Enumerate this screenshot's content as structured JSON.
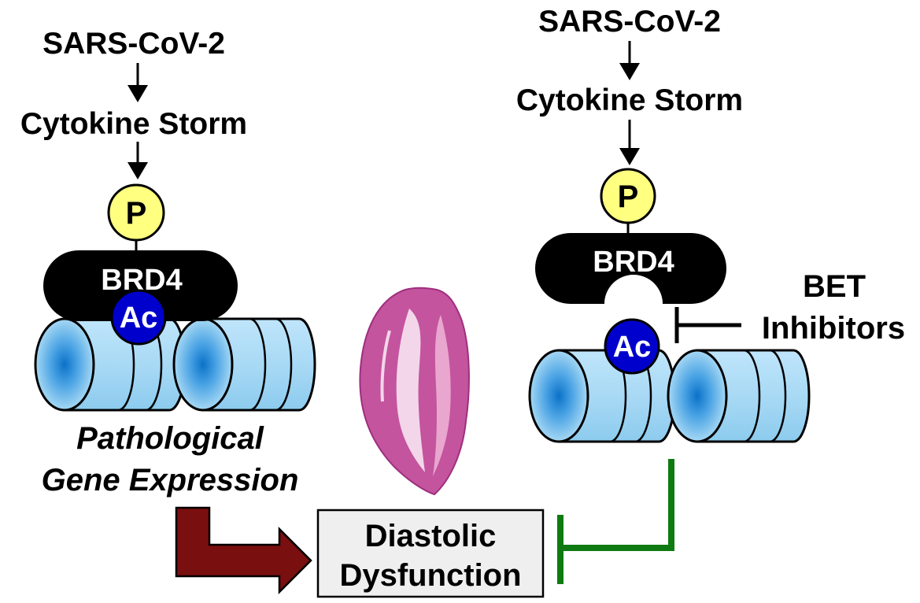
{
  "left_pathway": {
    "virus": "SARS-CoV-2",
    "storm": "Cytokine Storm",
    "phospho": "P",
    "reader": "BRD4",
    "acetyl": "Ac",
    "outcome_line1": "Pathological",
    "outcome_line2": "Gene Expression"
  },
  "right_pathway": {
    "virus": "SARS-CoV-2",
    "storm": "Cytokine Storm",
    "phospho": "P",
    "reader": "BRD4",
    "acetyl": "Ac",
    "inhibitor_line1": "BET",
    "inhibitor_line2": "Inhibitors"
  },
  "center": {
    "heart": "heart-histology-section",
    "outcome_line1": "Diastolic",
    "outcome_line2": "Dysfunction"
  },
  "colors": {
    "phospho_fill": "#ffff80",
    "acetyl_fill": "#0000cc",
    "nucleosome_fill": "#a6d8f4",
    "nucleosome_core": "#0b72c8",
    "promote_arrow": "#7a0f0f",
    "inhibit_bar": "#0f7a12",
    "heart_tissue": "#c4549e",
    "outcome_box": "#efefef"
  }
}
